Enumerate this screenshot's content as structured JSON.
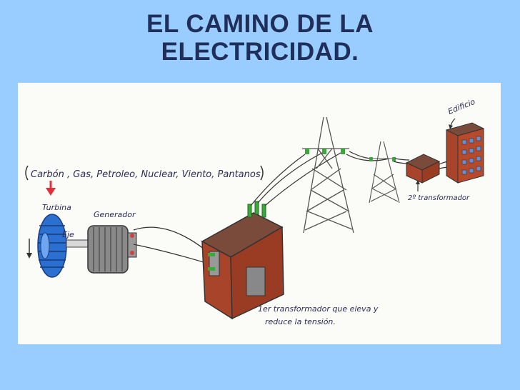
{
  "slide": {
    "title_line1": "EL CAMINO DE LA",
    "title_line2": "ELECTRICIDAD."
  },
  "diagram": {
    "sources_text": "Carbón , Gas, Petroleo, Nuclear, Viento, Pantanos",
    "turbine_label": "Turbina",
    "axle_label": "Eje",
    "generator_label": "Generador",
    "transformer1_label_line1": "1er transformador que eleva y",
    "transformer1_label_line2": "reduce la tensión.",
    "transformer2_label": "2º transformador",
    "building_label": "Edificio",
    "colors": {
      "background": "#99ccff",
      "title": "#1f2f5a",
      "arrow": "#e0303a",
      "turbine": "#2b6fd0",
      "transformer_roof": "#7a4a3a",
      "transformer_wall": "#a8442a",
      "insulator": "#3aa83a",
      "building": "#b84a2c"
    }
  }
}
